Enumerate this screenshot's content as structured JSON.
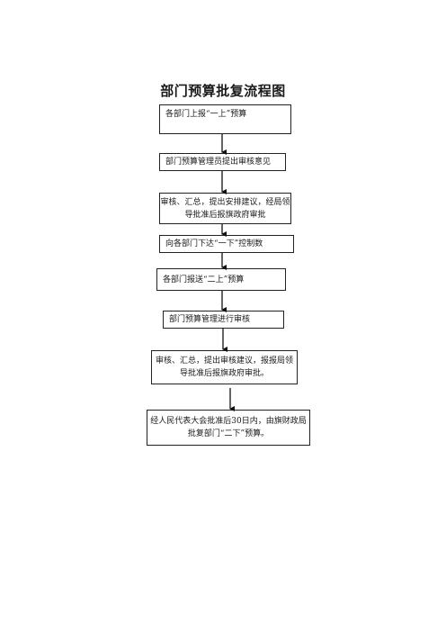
{
  "title": "部门预算批复流程图",
  "steps": [
    {
      "lines": [
        "各部门上报“一上”预算"
      ]
    },
    {
      "lines": [
        "部门预算管理员提出审核意见"
      ]
    },
    {
      "lines": [
        "审核、汇总，提出安排建议，经局领",
        "导批准后报旗政府审批"
      ]
    },
    {
      "lines": [
        "向各部门下达“一下”控制数"
      ]
    },
    {
      "lines": [
        "各部门报送“二上”预算"
      ]
    },
    {
      "lines": [
        "部门预算管理进行审核"
      ]
    },
    {
      "lines": [
        "审核、汇总，提出审核建议，报报局领",
        "导批准后报旗政府审批。"
      ]
    },
    {
      "lines": [
        "经人民代表大会批准后30日内，由旗财政局",
        "批复部门“二下”预算。"
      ]
    }
  ]
}
